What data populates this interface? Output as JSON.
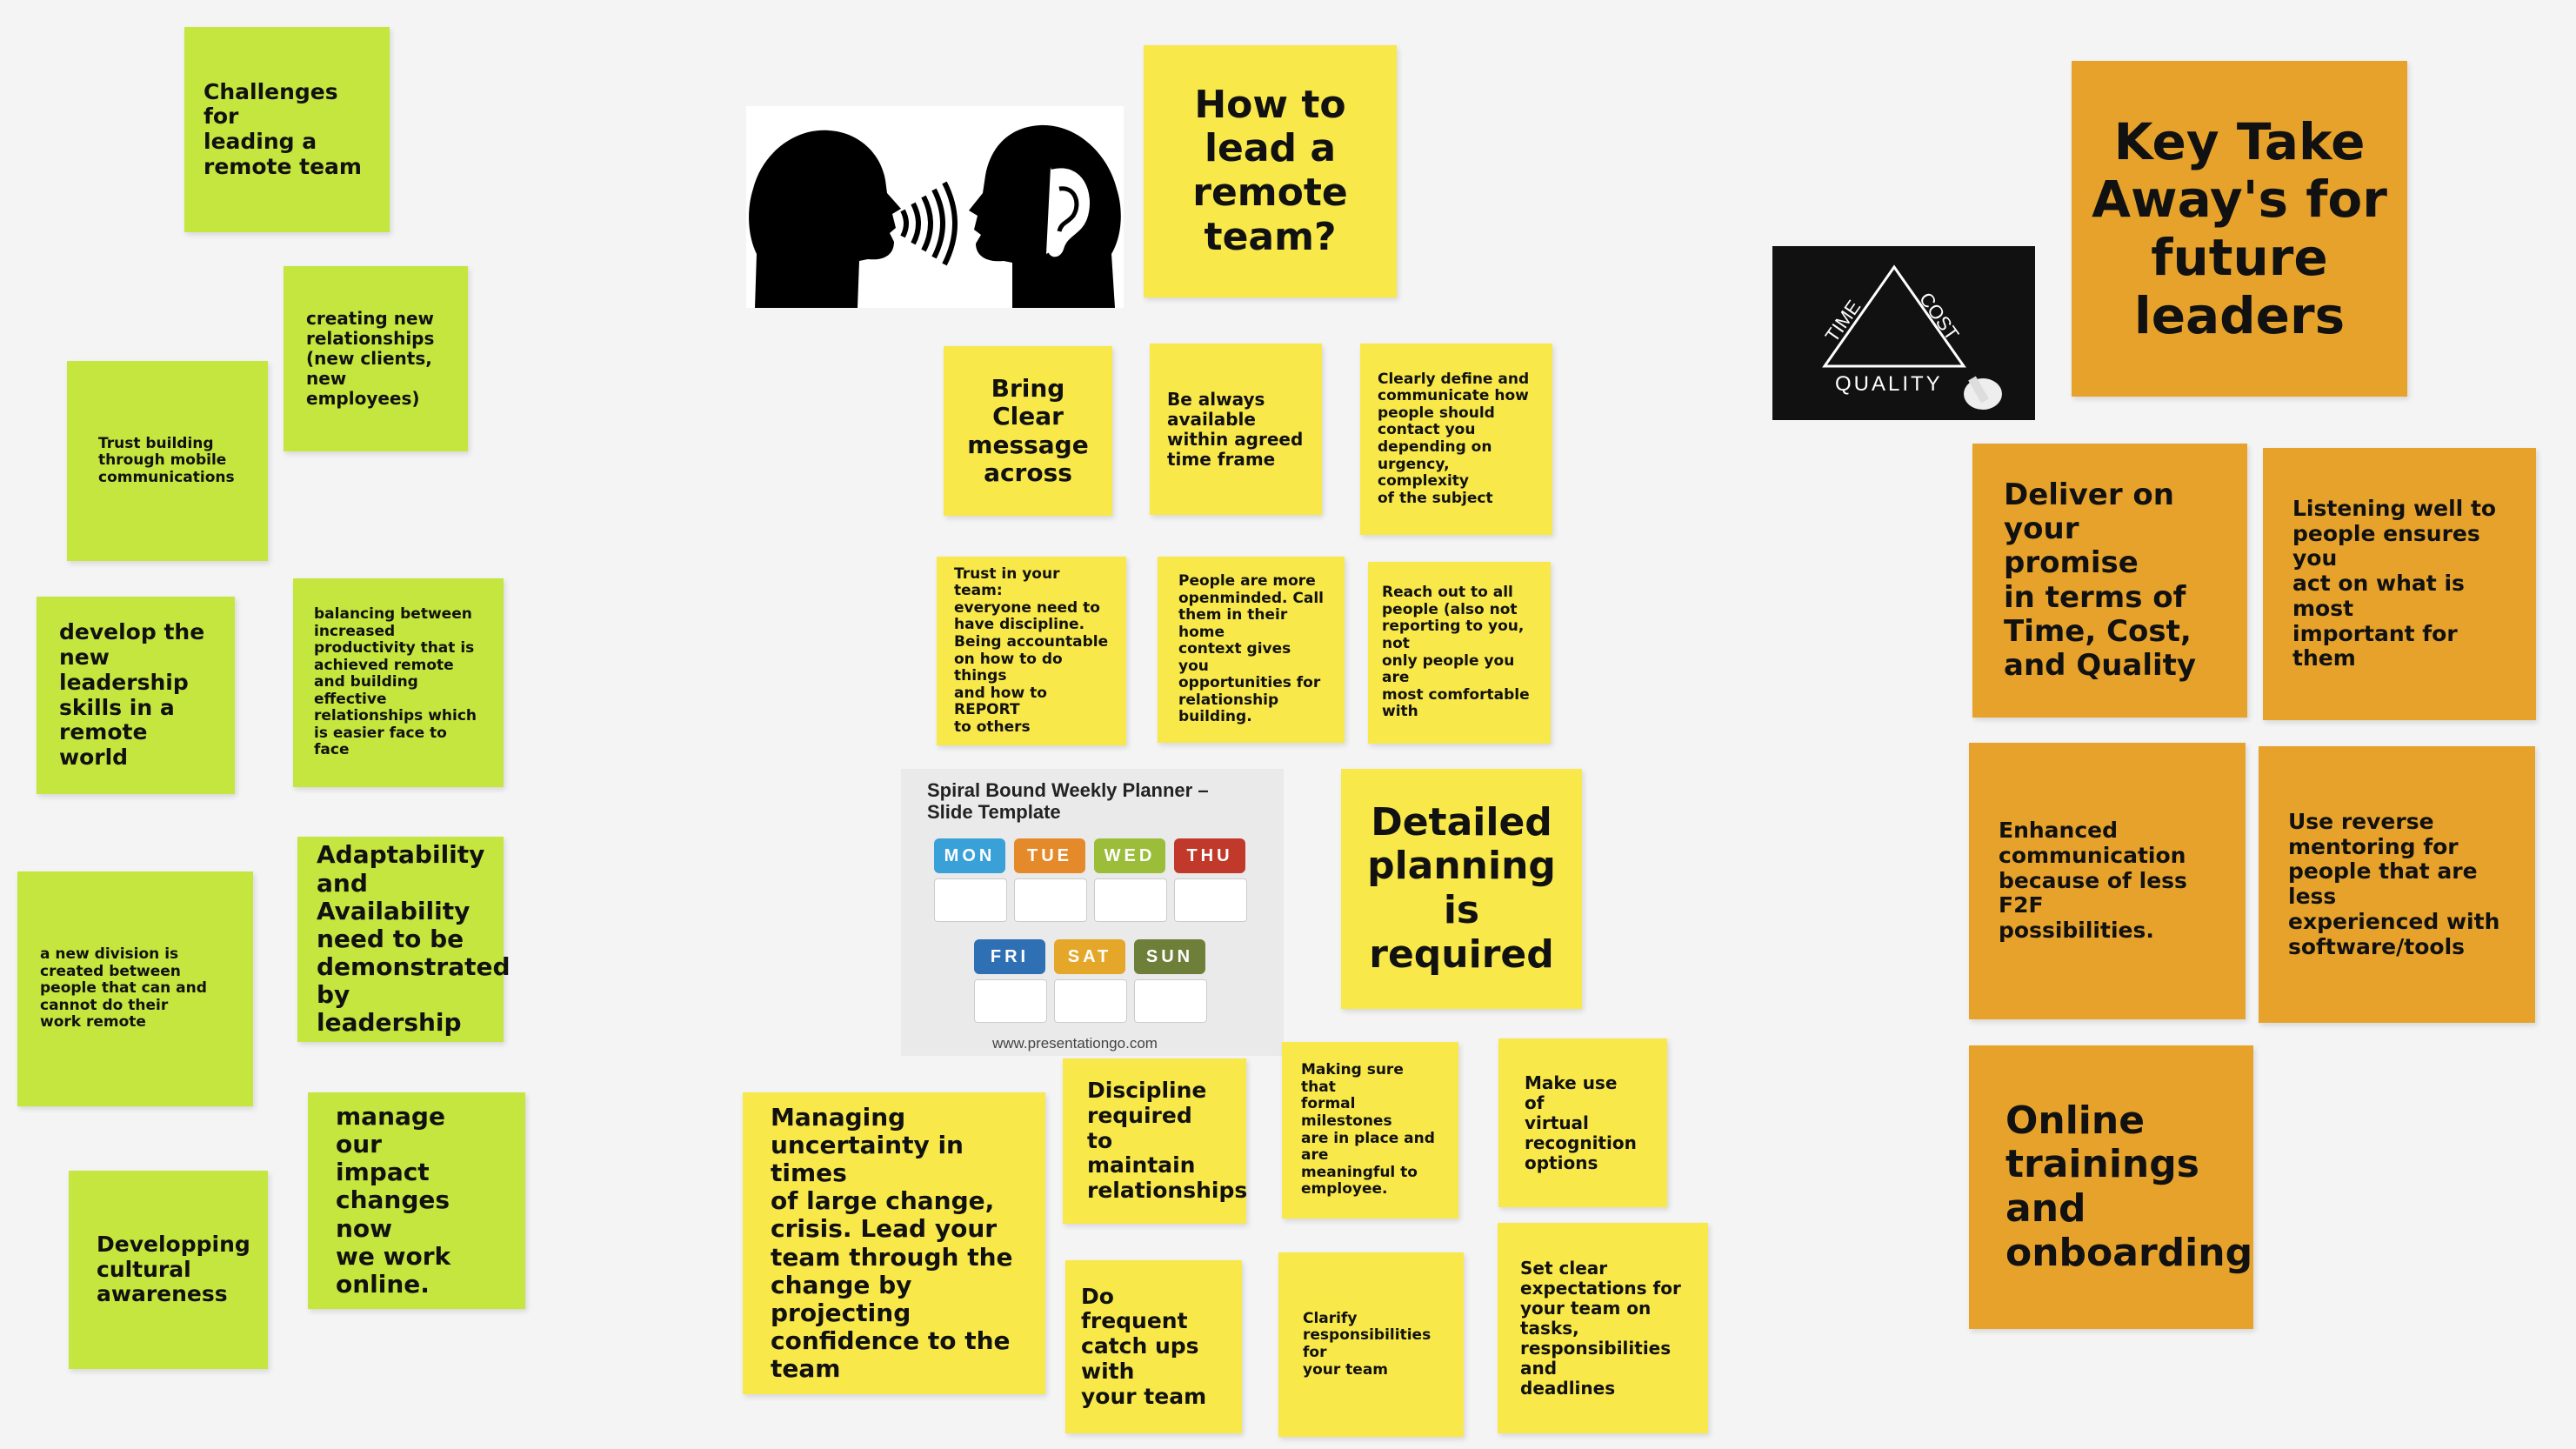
{
  "board": {
    "green_notes": [
      {
        "id": "challenges",
        "text": "Challenges for\nleading a\nremote team"
      },
      {
        "id": "creating",
        "text": "creating new\nrelationships\n(new clients,\nnew\nemployees)"
      },
      {
        "id": "trust-mobile",
        "text": "Trust building\nthrough mobile\ncommunications"
      },
      {
        "id": "develop",
        "text": "develop the\nnew\nleadership\nskills in a\nremote world"
      },
      {
        "id": "balancing",
        "text": "balancing between\nincreased\nproductivity that is\nachieved remote\nand building\neffective\nrelationships which\nis easier face to face"
      },
      {
        "id": "new-division",
        "text": "a new division is\ncreated between\npeople that can and\ncannot do their\nwork remote"
      },
      {
        "id": "adaptability",
        "text": "Adaptability\nand\nAvailability\nneed to be\ndemonstrated\nby leadership"
      },
      {
        "id": "manage-impact",
        "text": "manage our\nimpact\nchanges now\nwe work\nonline."
      },
      {
        "id": "cultural",
        "text": "Developping\ncultural\nawareness"
      }
    ],
    "yellow_notes": [
      {
        "id": "how-to",
        "text": "How to\nlead a\nremote\nteam?"
      },
      {
        "id": "clear-message",
        "text": "Bring\nClear\nmessage\nacross"
      },
      {
        "id": "be-available",
        "text": "Be always\navailable\nwithin agreed\ntime frame"
      },
      {
        "id": "clearly-define",
        "text": "Clearly define and\ncommunicate how\npeople should\ncontact you\ndepending on\nurgency, complexity\nof the subject"
      },
      {
        "id": "trust-team",
        "text": "Trust in your team:\neveryone need to\nhave discipline.\nBeing accountable\non how to do things\nand how to REPORT\nto others"
      },
      {
        "id": "openminded",
        "text": "People are more\nopenminded. Call\nthem in their home\ncontext gives you\nopportunities for\nrelationship\nbuilding."
      },
      {
        "id": "reach-out",
        "text": "Reach out to all\npeople (also not\nreporting to you, not\nonly people you are\nmost comfortable\nwith"
      },
      {
        "id": "detailed",
        "text": "Detailed\nplanning\nis\nrequired"
      },
      {
        "id": "managing",
        "text": "Managing\nuncertainty in times\nof large change,\ncrisis. Lead your\nteam through the\nchange by\nprojecting\nconfidence to the\nteam"
      },
      {
        "id": "discipline",
        "text": "Discipline\nrequired to\nmaintain\nrelationships"
      },
      {
        "id": "milestones",
        "text": "Making sure that\nformal milestones\nare in place and are\nmeaningful to\nemployee."
      },
      {
        "id": "recognition",
        "text": "Make use of\nvirtual\nrecognition\noptions"
      },
      {
        "id": "catch-ups",
        "text": "Do frequent\ncatch ups with\nyour team"
      },
      {
        "id": "clarify",
        "text": "Clarify\nresponsibilities for\nyour team"
      },
      {
        "id": "expectations",
        "text": "Set clear\nexpectations for\nyour team on tasks,\nresponsibilities and\ndeadlines"
      }
    ],
    "orange_notes": [
      {
        "id": "key-takeaway",
        "text": "Key Take\nAway's for\nfuture\nleaders"
      },
      {
        "id": "deliver",
        "text": "Deliver on\nyour promise\nin terms of\nTime, Cost,\nand Quality"
      },
      {
        "id": "listening",
        "text": "Listening well to\npeople ensures you\nact on what is most\nimportant for them"
      },
      {
        "id": "enhanced",
        "text": "Enhanced\ncommunication\nbecause of less F2F\npossibilities."
      },
      {
        "id": "reverse",
        "text": "Use reverse\nmentoring for\npeople that are less\nexperienced with\nsoftware/tools"
      },
      {
        "id": "online",
        "text": "Online\ntrainings and\nonboarding"
      }
    ]
  },
  "planner": {
    "title": "Spiral Bound Weekly Planner –\nSlide Template",
    "days": [
      "MON",
      "TUE",
      "WED",
      "THU",
      "FRI",
      "SAT",
      "SUN"
    ],
    "day_colors": [
      "#3aa0d8",
      "#e58a2a",
      "#9bbd3a",
      "#c0392b",
      "#2f6fb3",
      "#e5a72a",
      "#6e7f3a"
    ],
    "url": "www.presentationgo.com"
  },
  "triangle": {
    "labels": [
      "TIME",
      "COST",
      "QUALITY"
    ]
  },
  "images": {
    "talking_heads_icon": "two-heads-speaking-listening-icon"
  }
}
